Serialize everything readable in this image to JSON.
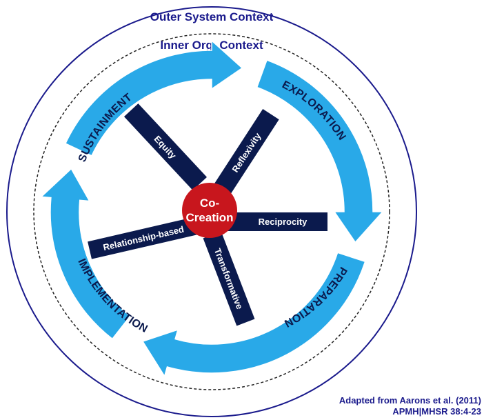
{
  "contexts": {
    "outer": "Outer System Context",
    "inner": "Inner Org. Context"
  },
  "phases": {
    "sustainment": "SUSTAINMENT",
    "exploration": "EXPLORATION",
    "preparation": "PREPARATION",
    "implementation": "IMPLEMENTATION"
  },
  "hub": {
    "line1": "Co-",
    "line2": "Creation"
  },
  "spokes": {
    "equity": "Equity",
    "reflexivity": "Reflexivity",
    "reciprocity": "Reciprocity",
    "relationship": "Relationship-based",
    "transformative": "Transformative"
  },
  "credit": {
    "line1": "Adapted from Aarons et al. (2011)",
    "line2": "APMH|MHSR 38:4-23"
  },
  "colors": {
    "ring": "#29a9e8",
    "spoke": "#0b1a4d",
    "hub": "#c8161d",
    "context": "#1a1a8c"
  }
}
